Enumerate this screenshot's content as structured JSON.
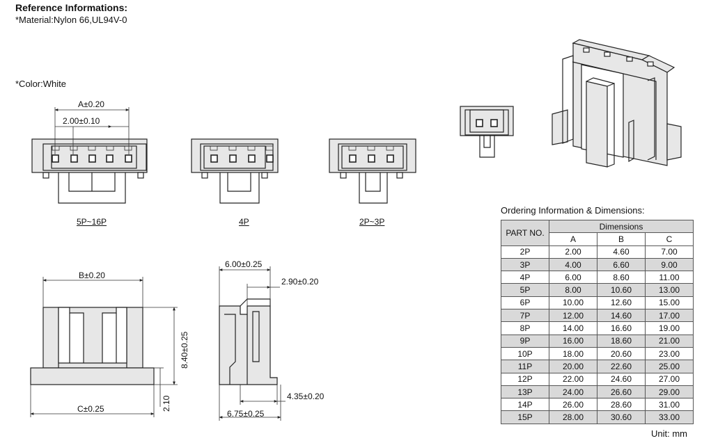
{
  "header": {
    "title": "Reference Informations:",
    "material": "*Material:Nylon 66,UL94V-0",
    "color": "*Color:White"
  },
  "front_views": {
    "dim_a": "A±0.20",
    "dim_pitch": "2.00±0.10",
    "caption_5p": "5P~16P",
    "caption_4p": "4P",
    "caption_2p": "2P~3P"
  },
  "bottom_views": {
    "dim_b": "B±0.20",
    "dim_c": "C±0.25",
    "dim_height": "8.40±0.25",
    "dim_base": "2.10",
    "dim_depth": "6.00±0.25",
    "dim_step": "2.90±0.20",
    "dim_lip": "4.35±0.20",
    "dim_total_depth": "6.75±0.25"
  },
  "table": {
    "heading": "Ordering Information & Dimensions:",
    "part_header": "PART NO.",
    "group_header": "Dimensions",
    "columns": [
      "A",
      "B",
      "C"
    ],
    "rows": [
      {
        "part": "2P",
        "a": "2.00",
        "b": "4.60",
        "c": "7.00",
        "shaded": false
      },
      {
        "part": "3P",
        "a": "4.00",
        "b": "6.60",
        "c": "9.00",
        "shaded": true
      },
      {
        "part": "4P",
        "a": "6.00",
        "b": "8.60",
        "c": "11.00",
        "shaded": false
      },
      {
        "part": "5P",
        "a": "8.00",
        "b": "10.60",
        "c": "13.00",
        "shaded": true
      },
      {
        "part": "6P",
        "a": "10.00",
        "b": "12.60",
        "c": "15.00",
        "shaded": false
      },
      {
        "part": "7P",
        "a": "12.00",
        "b": "14.60",
        "c": "17.00",
        "shaded": true
      },
      {
        "part": "8P",
        "a": "14.00",
        "b": "16.60",
        "c": "19.00",
        "shaded": false
      },
      {
        "part": "9P",
        "a": "16.00",
        "b": "18.60",
        "c": "21.00",
        "shaded": true
      },
      {
        "part": "10P",
        "a": "18.00",
        "b": "20.60",
        "c": "23.00",
        "shaded": false
      },
      {
        "part": "11P",
        "a": "20.00",
        "b": "22.60",
        "c": "25.00",
        "shaded": true
      },
      {
        "part": "12P",
        "a": "22.00",
        "b": "24.60",
        "c": "27.00",
        "shaded": false
      },
      {
        "part": "13P",
        "a": "24.00",
        "b": "26.60",
        "c": "29.00",
        "shaded": true
      },
      {
        "part": "14P",
        "a": "26.00",
        "b": "28.60",
        "c": "31.00",
        "shaded": false
      },
      {
        "part": "15P",
        "a": "28.00",
        "b": "30.60",
        "c": "33.00",
        "shaded": true
      }
    ],
    "unit": "Unit: mm"
  }
}
